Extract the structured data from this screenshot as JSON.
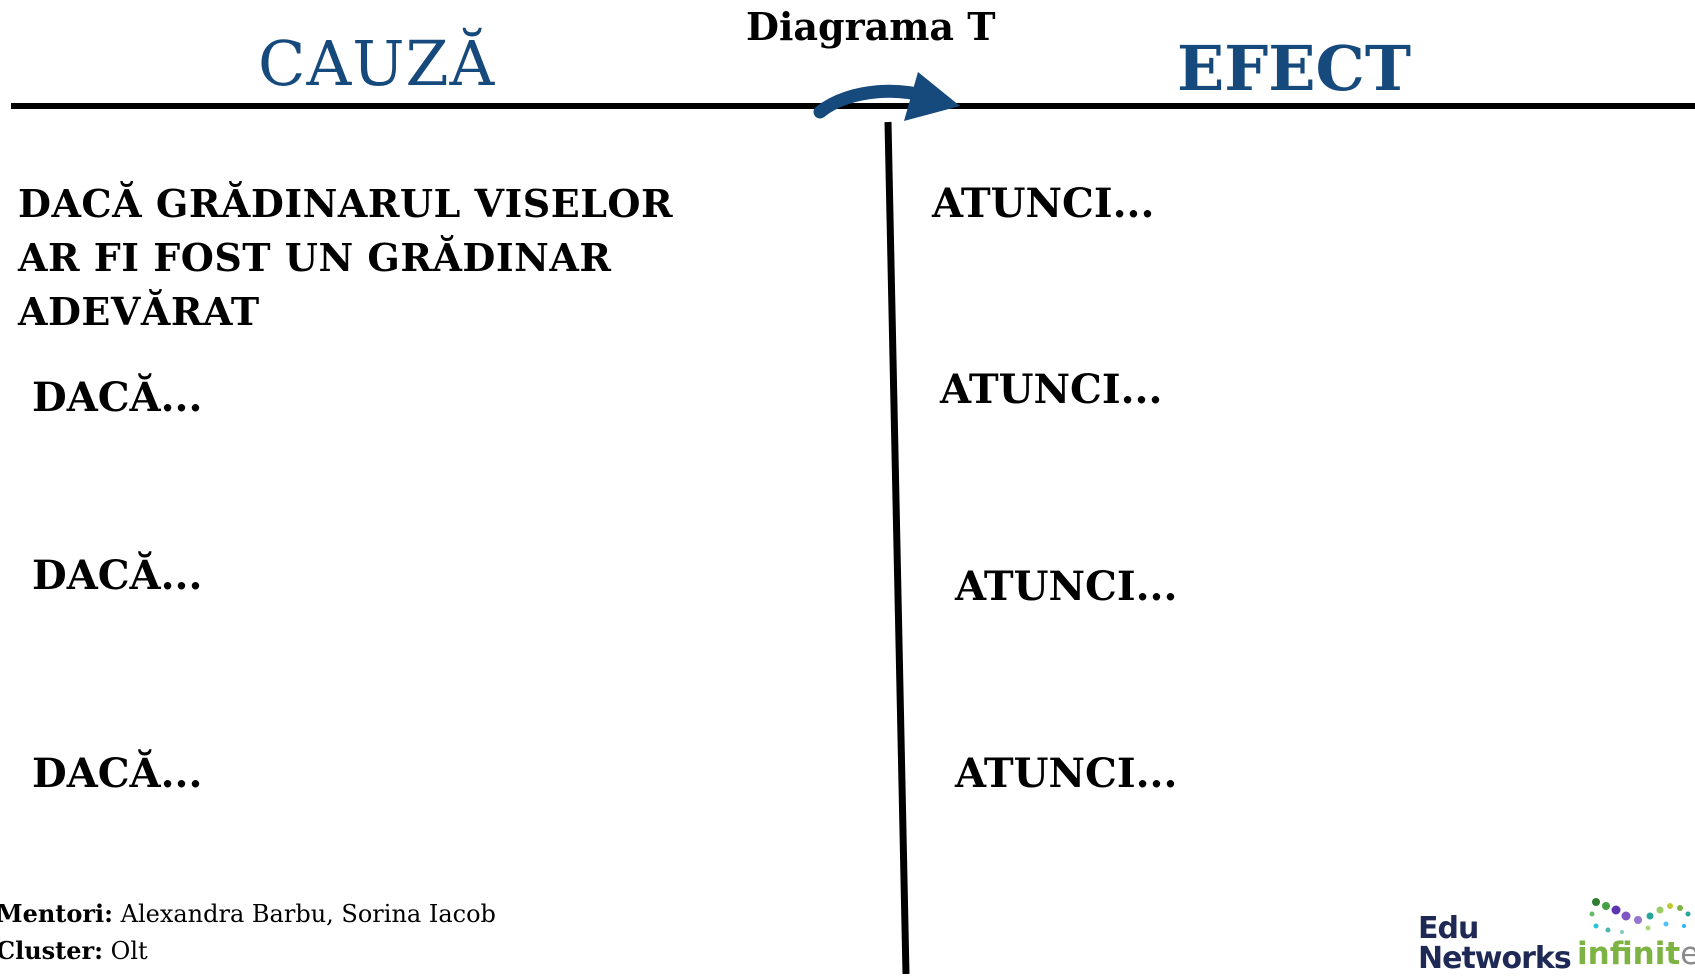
{
  "header": {
    "diagram_title": "Diagrama T",
    "cause_title": "CAUZĂ",
    "effect_title": "EFECT"
  },
  "cause": {
    "main_lines": [
      "DACĂ GRĂDINARUL VISELOR",
      "AR FI FOST UN GRĂDINAR",
      "ADEVĂRAT"
    ],
    "prompts": [
      "DACĂ...",
      "DACĂ...",
      "DACĂ..."
    ]
  },
  "effect": {
    "prompts": [
      "ATUNCI...",
      "ATUNCI...",
      "ATUNCI...",
      "ATUNCI..."
    ]
  },
  "footer": {
    "mentors_label": "Mentori:",
    "mentors_value": " Alexandra Barbu, Sorina Iacob",
    "cluster_label": "Cluster:",
    "cluster_value": " Olt"
  },
  "logos": {
    "edu_line1": "Edu",
    "edu_line2": "Networks",
    "infinit_part1": "infinit",
    "infinit_part2": "edu"
  },
  "colors": {
    "title_blue": "#174a7c",
    "arrow_blue": "#174a7c",
    "logo_navy": "#1e2a55",
    "logo_green": "#7cb342"
  }
}
